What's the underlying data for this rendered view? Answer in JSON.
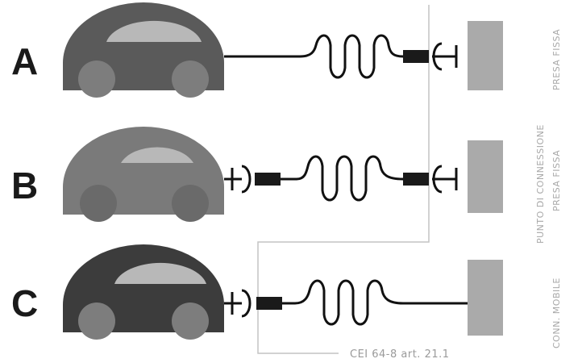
{
  "rows": [
    {
      "letter": "A",
      "socket_label": "PRESA FISSA"
    },
    {
      "letter": "B",
      "socket_label": "PRESA FISSA"
    },
    {
      "letter": "C",
      "socket_label": "CONN. MOBILE"
    }
  ],
  "connection_point_label": "PUNTO DI CONNESSIONE",
  "reference": "CEI 64-8 art. 21.1",
  "colors": {
    "car_a_body": "#5a5a5a",
    "car_b_body": "#7a7a7a",
    "car_c_body": "#3c3c3c",
    "wheel": "#7d7d7d",
    "window": "#b8b8b8",
    "wall": "#aaaaaa",
    "cable": "#111111",
    "connection_line": "#c4c4c4"
  }
}
